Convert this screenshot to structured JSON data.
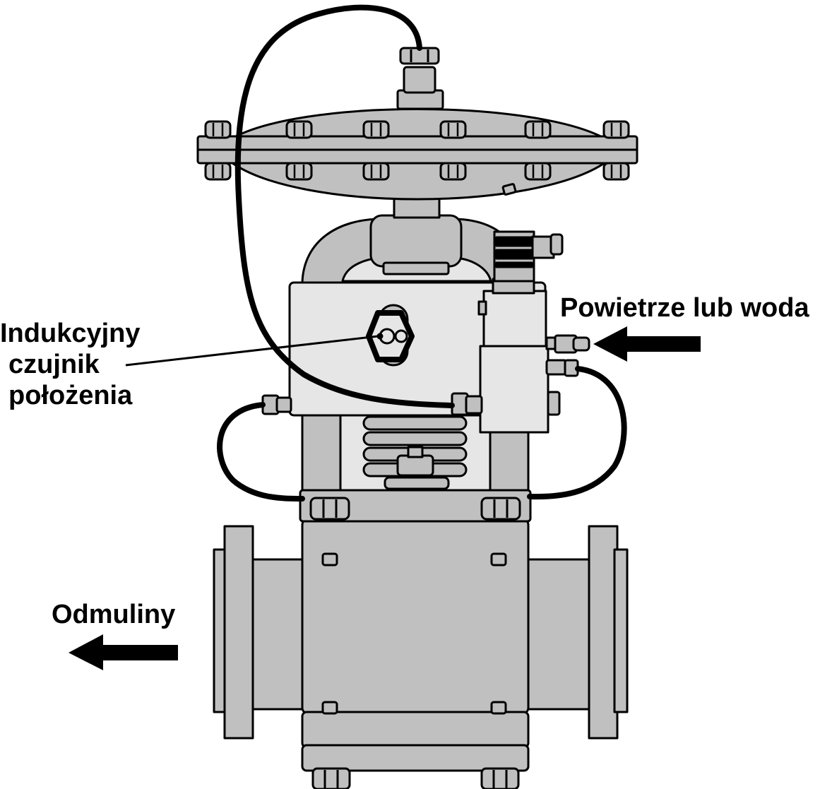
{
  "labels": {
    "sensor": [
      "Indukcyjny",
      "czujnik",
      "położenia"
    ],
    "air_water": "Powietrze lub woda",
    "discharge": "Odmuliny"
  },
  "colors": {
    "body": "#c0c0c0",
    "light": "#e6e6e6",
    "outline": "#000000",
    "background": "#ffffff"
  }
}
